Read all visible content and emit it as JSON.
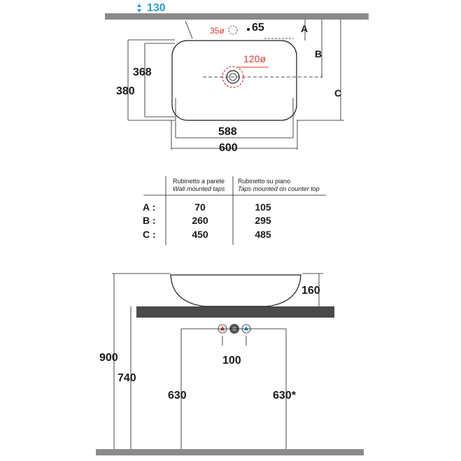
{
  "top_view": {
    "height_callout": "130",
    "hole_small": "35ø",
    "hole_small_offset": "65",
    "drain_diameter": "120ø",
    "inner_depth": "368",
    "outer_depth": "380",
    "inner_width": "588",
    "outer_width": "600",
    "label_a": "A",
    "label_b": "B",
    "label_c": "C"
  },
  "table": {
    "col1_title": "Rubinetto a parete",
    "col1_subtitle": "Wall mounted taps",
    "col2_title": "Rubinetto su piano",
    "col2_subtitle": "Taps mounted on counter top",
    "rows": [
      {
        "label": "A :",
        "wall": "70",
        "counter": "105"
      },
      {
        "label": "B :",
        "wall": "260",
        "counter": "295"
      },
      {
        "label": "C :",
        "wall": "450",
        "counter": "485"
      }
    ]
  },
  "side_view": {
    "basin_height": "160",
    "total_height": "900",
    "counter_height": "740",
    "tap_spacing": "100",
    "left_outlet_height": "630",
    "right_outlet_height": "630*"
  },
  "colors": {
    "line": "#1a1a1a",
    "red": "#d63b2f",
    "blue": "#2a9fd6",
    "grey_bar": "#8a8a8a",
    "counter": "#4a4a4a"
  }
}
